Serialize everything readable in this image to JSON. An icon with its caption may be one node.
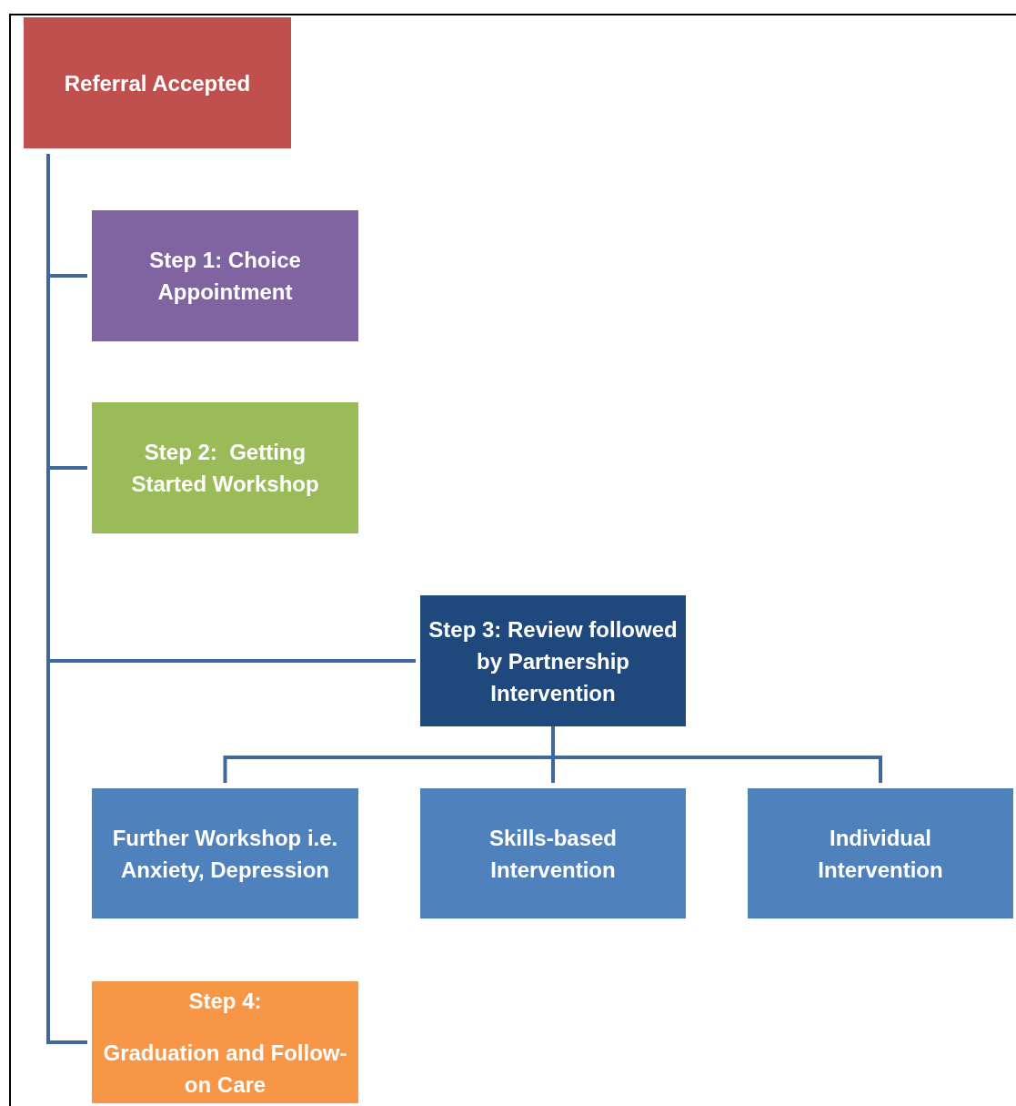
{
  "diagram": {
    "nodes": [
      {
        "text": [
          "Referral Accepted"
        ]
      },
      {
        "text": [
          "Step 1: Choice Appointment"
        ]
      },
      {
        "text": [
          "Step 2:  Getting Started Workshop"
        ]
      },
      {
        "text": [
          "Step 3: Review followed by Partnership Intervention"
        ]
      },
      {
        "text": [
          "Further Workshop i.e. Anxiety, Depression"
        ]
      },
      {
        "text": [
          "Skills-based Intervention"
        ]
      },
      {
        "text": [
          "Individual Intervention"
        ]
      },
      {
        "text": [
          "Step 4:",
          "Graduation and Follow-on Care"
        ]
      }
    ],
    "edges": [
      {
        "from": 0,
        "to": 1,
        "arrow": "none"
      },
      {
        "from": 0,
        "to": 2,
        "arrow": "none"
      },
      {
        "from": 0,
        "to": 3,
        "arrow": "none"
      },
      {
        "from": 3,
        "to": 4,
        "arrow": "none"
      },
      {
        "from": 3,
        "to": 5,
        "arrow": "none"
      },
      {
        "from": 3,
        "to": 6,
        "arrow": "none"
      },
      {
        "from": 0,
        "to": 7,
        "arrow": "none"
      }
    ]
  }
}
